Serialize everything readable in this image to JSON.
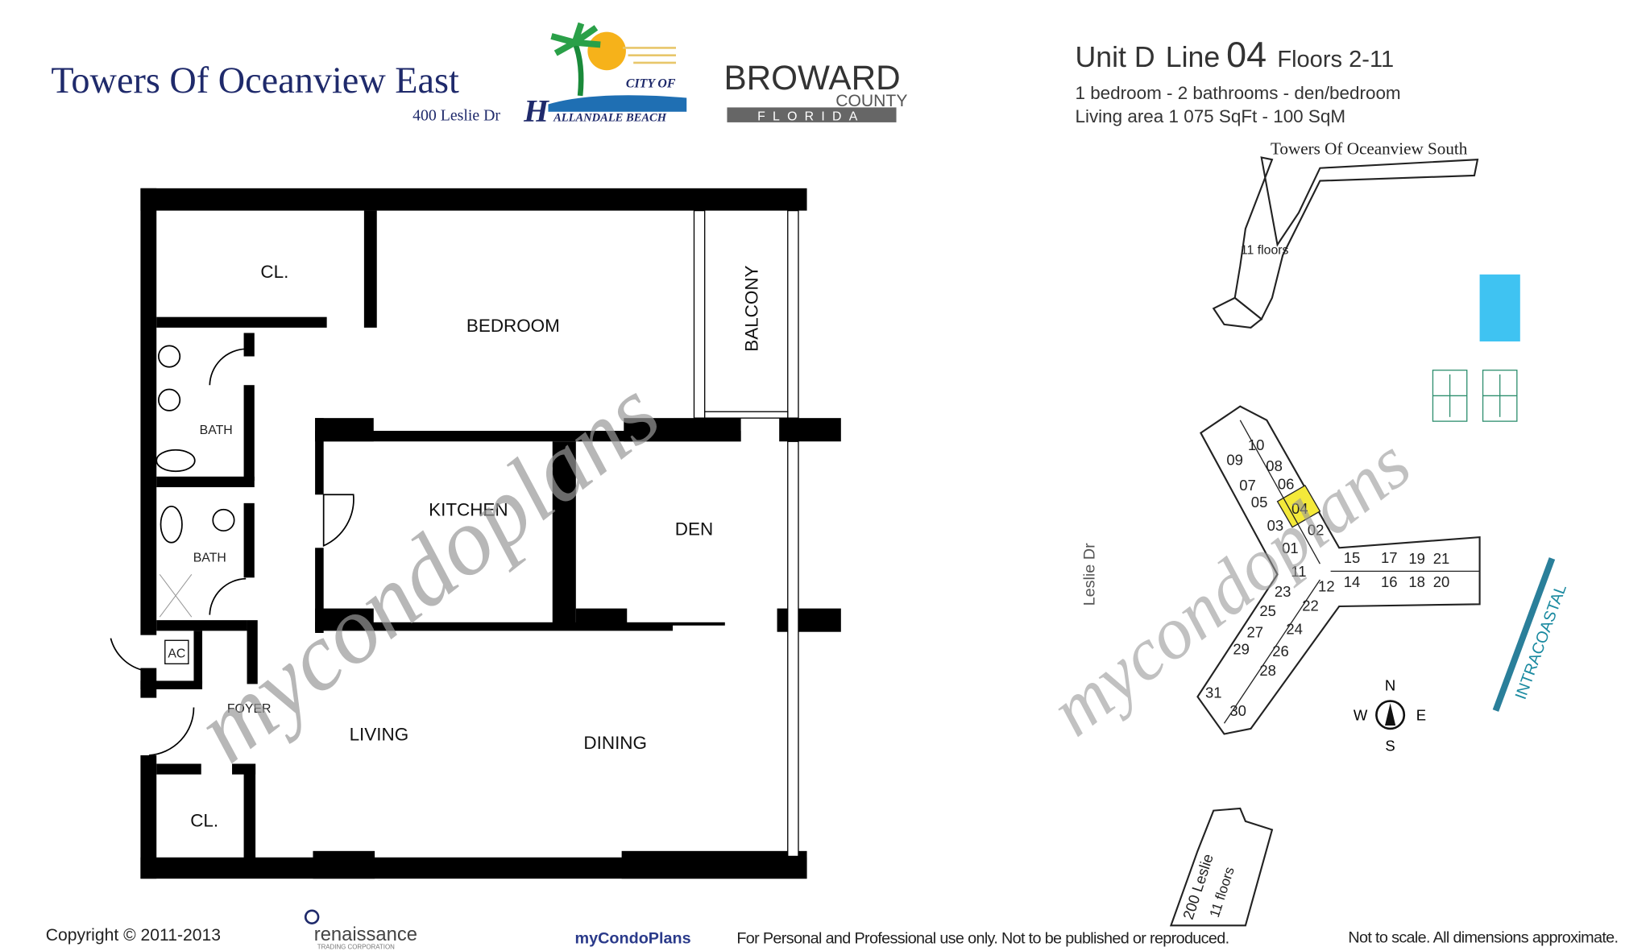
{
  "header": {
    "title": "Towers Of Oceanview East",
    "address": "400 Leslie Dr",
    "logo_hallandale": {
      "line1": "CITY OF",
      "initial": "H",
      "line2": "ALLANDALE BEACH"
    },
    "logo_broward": {
      "line1": "BROWARD",
      "line2": "COUNTY",
      "line3": "FLORIDA"
    }
  },
  "unit_info": {
    "unit": "Unit D",
    "line_label": "Line",
    "line_number": "04",
    "floors": "Floors 2-11",
    "rooms": "1 bedroom - 2 bathrooms - den/bedroom",
    "area": "Living area  1 075 SqFt - 100 SqM"
  },
  "floor_plan": {
    "rooms": {
      "closet_top": "CL.",
      "bedroom": "BEDROOM",
      "balcony": "BALCONY",
      "bath1": "BATH",
      "bath2": "BATH",
      "kitchen": "KITCHEN",
      "den": "DEN",
      "ac": "AC",
      "foyer": "FOYER",
      "living": "LIVING",
      "dining": "DINING",
      "closet_bottom": "CL."
    }
  },
  "site_plan": {
    "south_building": "Towers Of Oceanview South",
    "south_floors": "11 floors",
    "street": "Leslie Dr",
    "waterway": "INTRACOASTAL",
    "north_building_name": "200 Leslie",
    "north_building_floors": "11 floors",
    "compass": {
      "n": "N",
      "s": "S",
      "e": "E",
      "w": "W"
    },
    "highlight_color": "#f4e93a",
    "pool_color": "#3fc3f2",
    "highlighted_unit": "04",
    "units": [
      "10",
      "09",
      "08",
      "07",
      "06",
      "05",
      "04",
      "03",
      "02",
      "01",
      "11",
      "15",
      "17",
      "19",
      "21",
      "14",
      "16",
      "18",
      "20",
      "12",
      "23",
      "22",
      "25",
      "24",
      "27",
      "26",
      "29",
      "28",
      "31",
      "30"
    ]
  },
  "watermark": "mycondoplans",
  "footer": {
    "copyright": "Copyright © 2011-2013",
    "renaissance": "renaissance",
    "renaissance_sub": "TRADING CORPORATION",
    "brand": "myCondoPlans",
    "usage": "For Personal and Professional use only.  Not to be published or reproduced.",
    "disclaimer": "Not to scale.  All dimensions approximate."
  }
}
